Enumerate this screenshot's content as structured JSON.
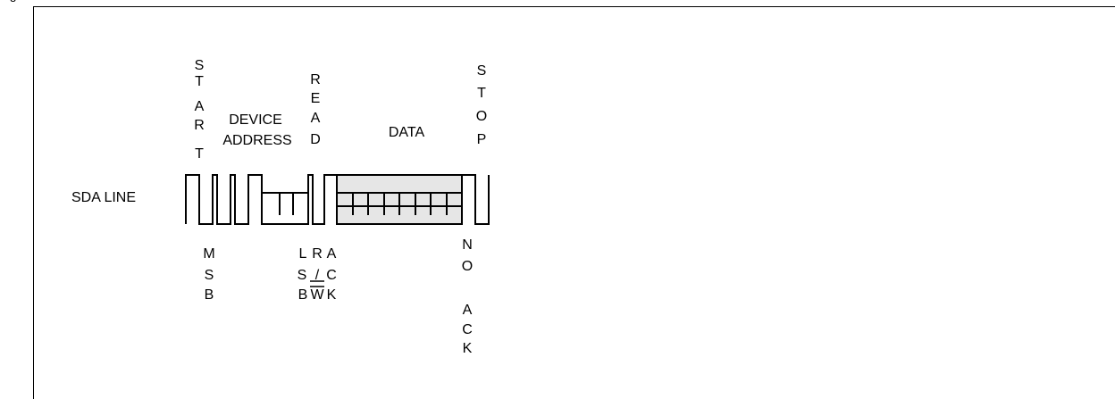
{
  "header": {
    "snippet": "ng"
  },
  "diagram": {
    "line_label": "SDA LINE",
    "top_labels": {
      "start": [
        "S",
        "T",
        "A",
        "R",
        "T"
      ],
      "device_address": [
        "DEVICE",
        "ADDRESS"
      ],
      "read": [
        "R",
        "E",
        "A",
        "D"
      ],
      "data": "DATA",
      "stop": [
        "S",
        "T",
        "O",
        "P"
      ]
    },
    "bottom_labels": {
      "msb": [
        "M",
        "S",
        "B"
      ],
      "lsb": [
        "L",
        "S",
        "B"
      ],
      "rw": [
        "R",
        "/",
        "W"
      ],
      "ack": [
        "A",
        "C",
        "K"
      ],
      "no_ack": [
        "N",
        "O",
        "",
        "A",
        "C",
        "K"
      ]
    },
    "colors": {
      "line": "#000000",
      "data_fill": "#e6e6e6",
      "background": "#ffffff"
    }
  }
}
